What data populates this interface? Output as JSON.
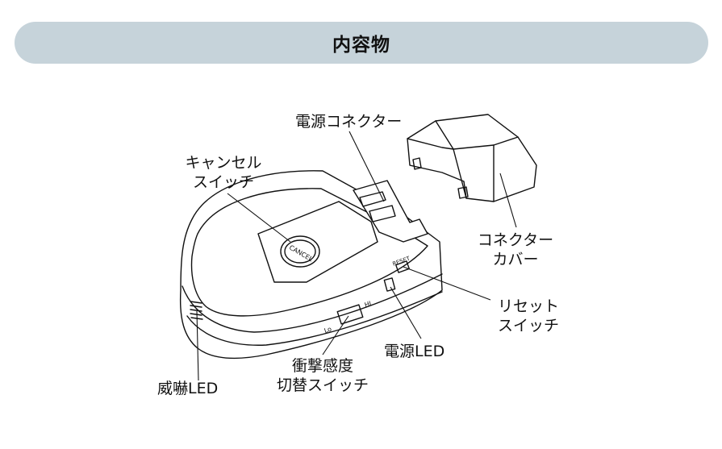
{
  "header": {
    "title": "内容物"
  },
  "labels": {
    "power_connector": "電源コネクター",
    "cancel_switch_line1": "キャンセル",
    "cancel_switch_line2": "スイッチ",
    "connector_cover_line1": "コネクター",
    "connector_cover_line2": "カバー",
    "reset_switch_line1": "リセット",
    "reset_switch_line2": "スイッチ",
    "power_led": "電源LED",
    "sensitivity_switch_line1": "衝撃感度",
    "sensitivity_switch_line2": "切替スイッチ",
    "warning_led": "威嚇LED"
  },
  "device_markings": {
    "cancel": "CANCEL",
    "reset": "RESET",
    "hi": "HI",
    "lo": "Lo"
  }
}
